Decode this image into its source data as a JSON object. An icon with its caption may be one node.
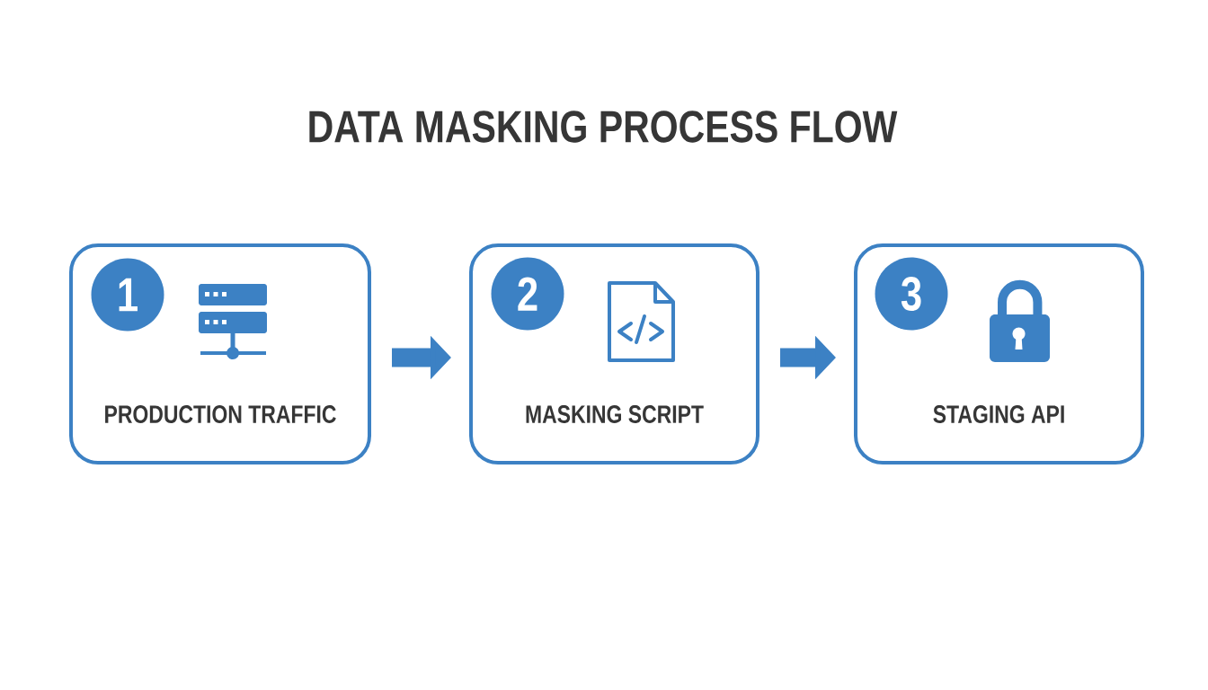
{
  "diagram": {
    "title": "DATA MASKING PROCESS FLOW",
    "nodes": [
      {
        "text": [
          "PRODUCTION TRAFFIC"
        ]
      },
      {
        "text": [
          "1"
        ],
        "in": 0
      },
      {
        "text": [
          "MASKING SCRIPT"
        ]
      },
      {
        "text": [
          "2"
        ],
        "in": 2
      },
      {
        "text": [
          "STAGING API"
        ]
      },
      {
        "text": [
          "3"
        ],
        "in": 4
      }
    ],
    "edges": [
      {
        "from": 0,
        "to": 2,
        "arrow": "to"
      },
      {
        "from": 2,
        "to": 4,
        "arrow": "to"
      }
    ]
  }
}
